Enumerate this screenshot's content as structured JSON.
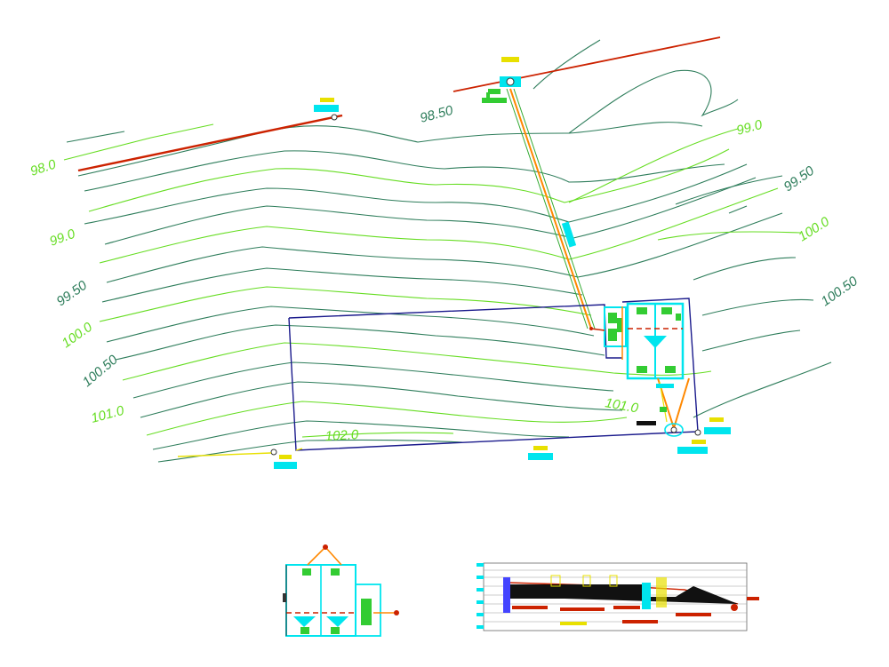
{
  "contour_labels": [
    {
      "text": "98.0",
      "kind": "green"
    },
    {
      "text": "99.0",
      "kind": "green"
    },
    {
      "text": "99.50",
      "kind": "dark"
    },
    {
      "text": "100.0",
      "kind": "green"
    },
    {
      "text": "100.50",
      "kind": "dark"
    },
    {
      "text": "101.0",
      "kind": "green"
    },
    {
      "text": "102.0",
      "kind": "green"
    },
    {
      "text": "98.50",
      "kind": "dark"
    },
    {
      "text": "99.0",
      "kind": "green"
    },
    {
      "text": "99.50",
      "kind": "dark"
    },
    {
      "text": "100.0",
      "kind": "green"
    },
    {
      "text": "100.50",
      "kind": "dark"
    },
    {
      "text": "101.0",
      "kind": "green"
    }
  ],
  "colors": {
    "contour_dark": "#2e7d5b",
    "contour_light": "#66dd22",
    "road": "#cc2200",
    "boundary": "#1a1a8c",
    "cyan": "#00e5ee",
    "pipe_orange": "#ff8800",
    "yellow": "#e8e000",
    "green_fill": "#33cc33"
  }
}
